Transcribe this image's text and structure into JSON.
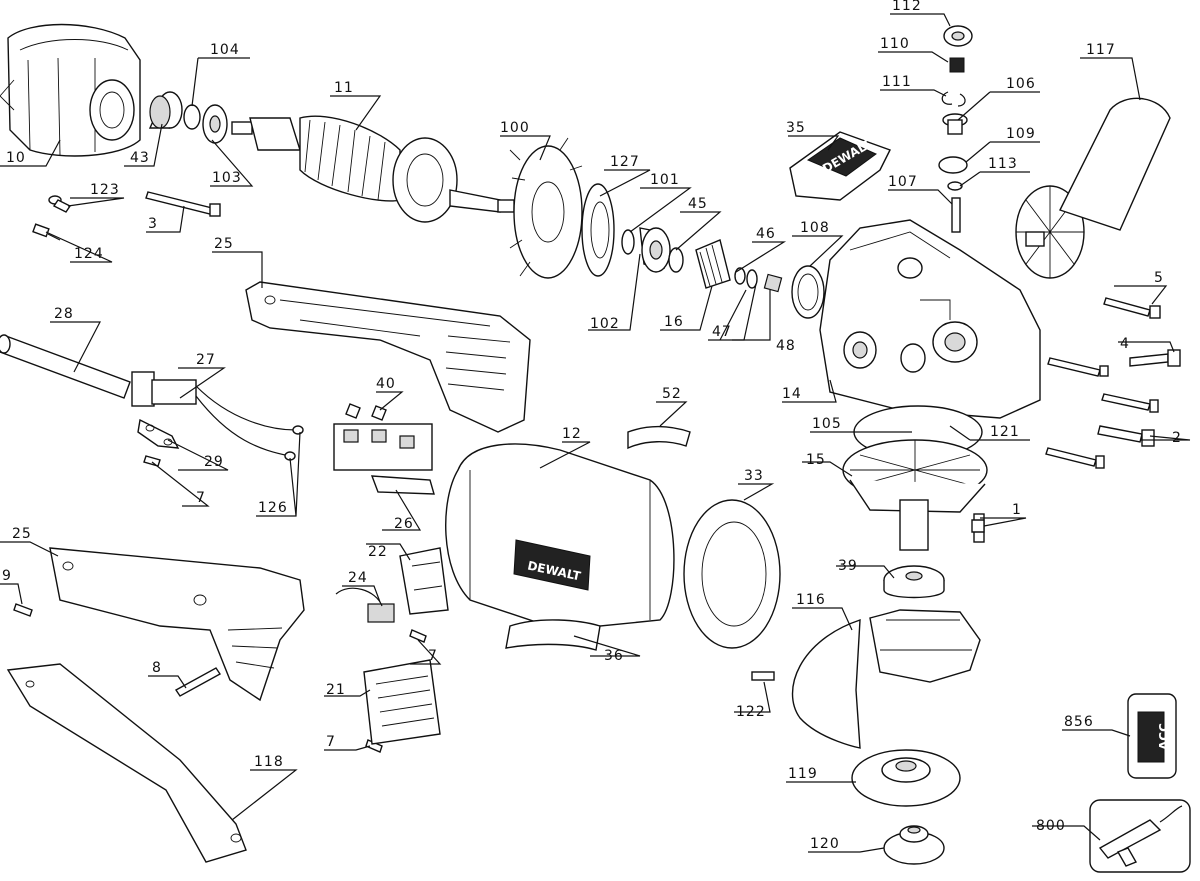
{
  "diagram": {
    "brand_text": "DEWALT",
    "kit_text": "ACC",
    "labels": [
      "112",
      "110",
      "111",
      "106",
      "109",
      "113",
      "107",
      "117",
      "104",
      "11",
      "100",
      "127",
      "101",
      "45",
      "46",
      "108",
      "35",
      "10",
      "43",
      "103",
      "123",
      "3",
      "124",
      "25",
      "28",
      "27",
      "40",
      "29",
      "7",
      "126",
      "26",
      "102",
      "16",
      "47",
      "48",
      "52",
      "12",
      "33",
      "14",
      "5",
      "4",
      "105",
      "121",
      "2",
      "15",
      "1",
      "39",
      "22",
      "24",
      "21",
      "9",
      "8",
      "25",
      "118",
      "116",
      "122",
      "856",
      "119",
      "800",
      "120",
      "36",
      "7",
      "7"
    ]
  }
}
